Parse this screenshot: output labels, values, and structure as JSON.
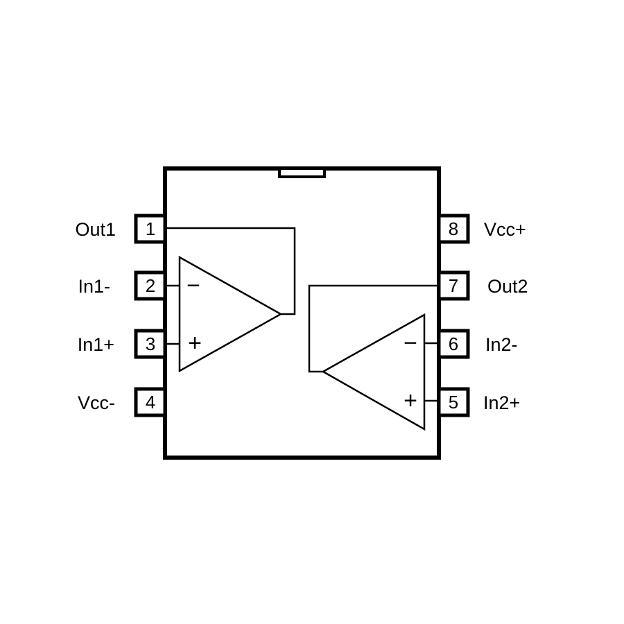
{
  "pins": [
    {
      "number": "1",
      "label": "Out1"
    },
    {
      "number": "2",
      "label": "In1-"
    },
    {
      "number": "3",
      "label": "In1+"
    },
    {
      "number": "4",
      "label": "Vcc-"
    },
    {
      "number": "5",
      "label": "In2+"
    },
    {
      "number": "6",
      "label": "In2-"
    },
    {
      "number": "7",
      "label": "Out2"
    },
    {
      "number": "8",
      "label": "Vcc+"
    }
  ],
  "amp1": {
    "minus": "−",
    "plus": "+"
  },
  "amp2": {
    "minus": "−",
    "plus": "+"
  }
}
